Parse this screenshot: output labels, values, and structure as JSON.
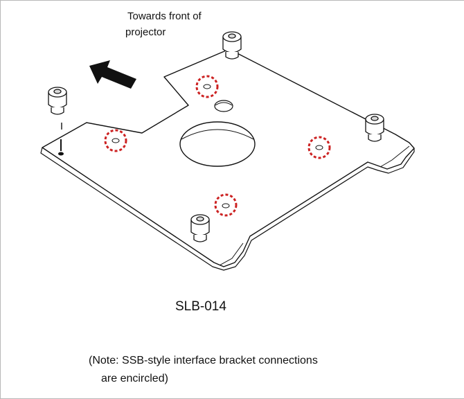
{
  "labels": {
    "direction_line1": "Towards front of",
    "direction_line2": "projector",
    "model": "SLB-014",
    "note_line1": "(Note: SSB-style interface bracket connections",
    "note_line2": "are encircled)"
  },
  "colors": {
    "line": "#111111",
    "highlight_circle": "#cc2222",
    "background": "#ffffff"
  },
  "icons": {
    "direction": "arrow-up-left-icon"
  }
}
